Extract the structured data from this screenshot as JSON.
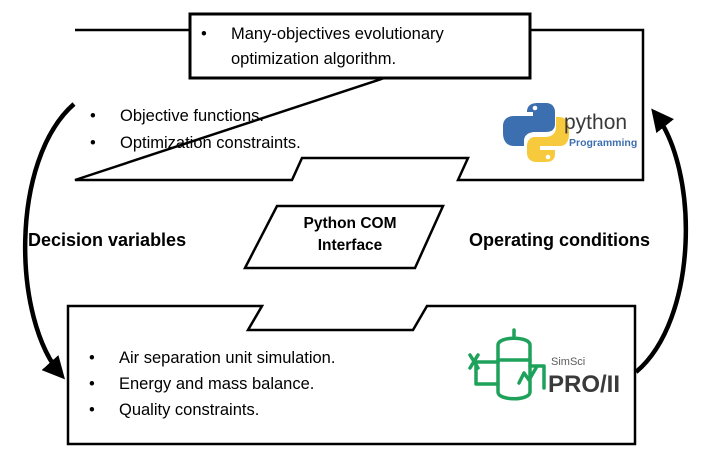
{
  "top_inner_box": {
    "bullets": [
      "Many-objectives evolutionary",
      "optimization algorithm."
    ]
  },
  "top_box": {
    "bullets": [
      "Objective functions.",
      "Optimization constraints."
    ]
  },
  "bottom_box": {
    "bullets": [
      "Air separation unit simulation.",
      "Energy and mass balance.",
      "Quality constraints."
    ]
  },
  "interface": {
    "line1": "Python COM",
    "line2": "Interface"
  },
  "left_label": "Decision variables",
  "right_label": "Operating conditions",
  "python_logo": {
    "word": "python",
    "sub": "Programming",
    "icon": "python-logo-icon",
    "blue": "#3b6fb0",
    "yellow": "#f7c93c"
  },
  "proii_logo": {
    "small": "SimSci",
    "big": "PRO/II",
    "icon": "proii-flask-icon",
    "green": "#1ea15a"
  },
  "bullet_char": "•"
}
